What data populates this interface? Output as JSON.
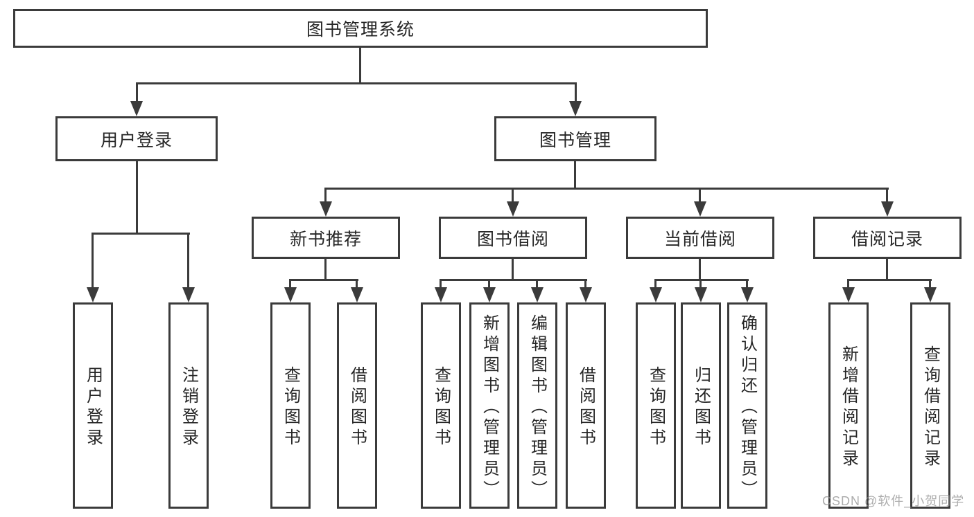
{
  "diagram": {
    "type": "hierarchy-tree",
    "root": {
      "label": "图书管理系统",
      "children": [
        {
          "label": "用户登录",
          "children": [
            {
              "label": "用户登录"
            },
            {
              "label": "注销登录"
            }
          ]
        },
        {
          "label": "图书管理",
          "children": [
            {
              "label": "新书推荐",
              "children": [
                {
                  "label": "查询图书"
                },
                {
                  "label": "借阅图书"
                }
              ]
            },
            {
              "label": "图书借阅",
              "children": [
                {
                  "label": "查询图书"
                },
                {
                  "label": "新增图书（管理员）"
                },
                {
                  "label": "编辑图书（管理员）"
                },
                {
                  "label": "借阅图书"
                }
              ]
            },
            {
              "label": "当前借阅",
              "children": [
                {
                  "label": "查询图书"
                },
                {
                  "label": "归还图书"
                },
                {
                  "label": "确认归还（管理员）"
                }
              ]
            },
            {
              "label": "借阅记录",
              "children": [
                {
                  "label": "新增借阅记录"
                },
                {
                  "label": "查询借阅记录"
                }
              ]
            }
          ]
        }
      ]
    }
  },
  "watermark": {
    "text": "CSDN @软件_小贺同学"
  },
  "colors": {
    "line": "#3b3b3b",
    "border": "#3b3b3b",
    "text": "#262626",
    "background": "#ffffff",
    "watermark": "#919191"
  }
}
